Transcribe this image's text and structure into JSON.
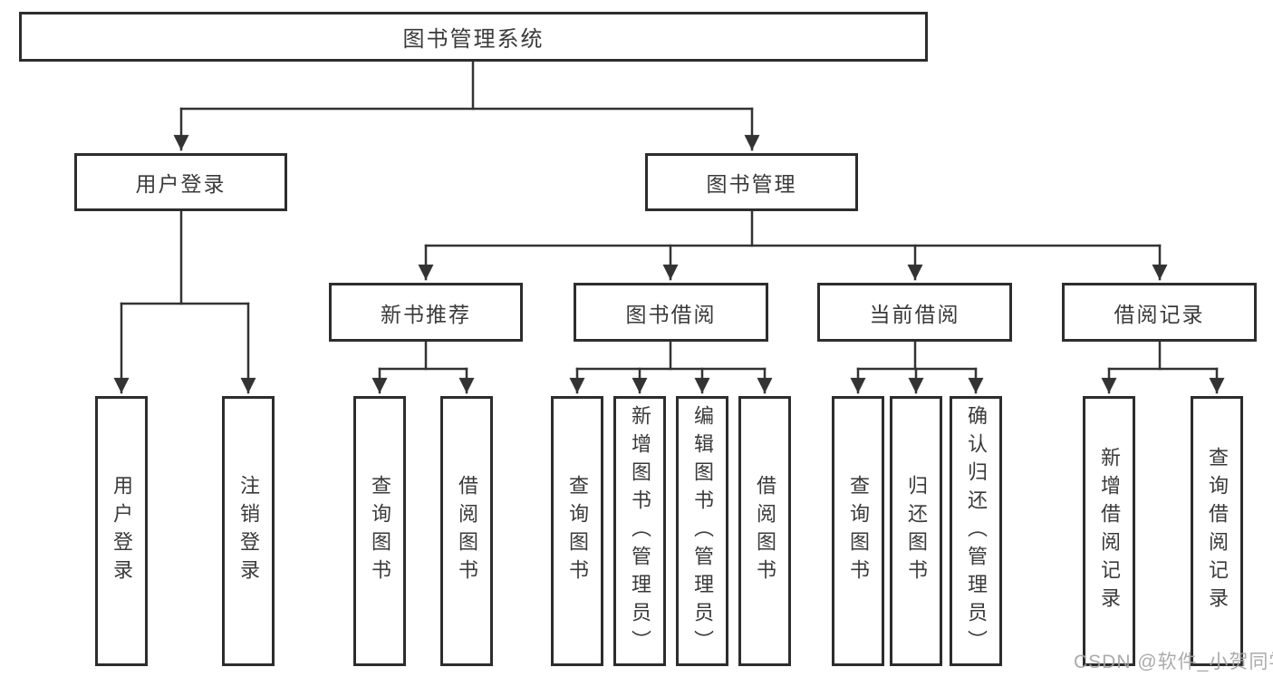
{
  "diagram": {
    "type": "tree-diagram",
    "root": {
      "id": "library-management-system",
      "label": "图书管理系统",
      "children": [
        {
          "id": "user-login",
          "label": "用户登录",
          "children": [
            {
              "id": "login",
              "label": "用户登录"
            },
            {
              "id": "logout",
              "label": "注销登录"
            }
          ]
        },
        {
          "id": "book-management",
          "label": "图书管理",
          "children": [
            {
              "id": "new-book-recommend",
              "label": "新书推荐",
              "children": [
                {
                  "id": "query-books",
                  "label": "查询图书"
                },
                {
                  "id": "borrow-books",
                  "label": "借阅图书"
                }
              ]
            },
            {
              "id": "book-borrowing",
              "label": "图书借阅",
              "children": [
                {
                  "id": "query-books",
                  "label": "查询图书"
                },
                {
                  "id": "add-books-admin",
                  "label": "新增图书（管理员）"
                },
                {
                  "id": "edit-books-admin",
                  "label": "编辑图书（管理员）"
                },
                {
                  "id": "borrow-books",
                  "label": "借阅图书"
                }
              ]
            },
            {
              "id": "current-borrowing",
              "label": "当前借阅",
              "children": [
                {
                  "id": "query-books",
                  "label": "查询图书"
                },
                {
                  "id": "return-books",
                  "label": "归还图书"
                },
                {
                  "id": "confirm-return-admin",
                  "label": "确认归还（管理员）"
                }
              ]
            },
            {
              "id": "borrow-records",
              "label": "借阅记录",
              "children": [
                {
                  "id": "add-borrow-record",
                  "label": "新增借阅记录"
                },
                {
                  "id": "query-borrow-record",
                  "label": "查询借阅记录"
                }
              ]
            }
          ]
        }
      ]
    },
    "watermark": "CSDN @软件_小贺同学",
    "colors": {
      "line": "#333333",
      "box_border": "#2d2d2d",
      "text": "#3a3a3a",
      "watermark": "#a4a4a4",
      "background": "#ffffff"
    }
  }
}
